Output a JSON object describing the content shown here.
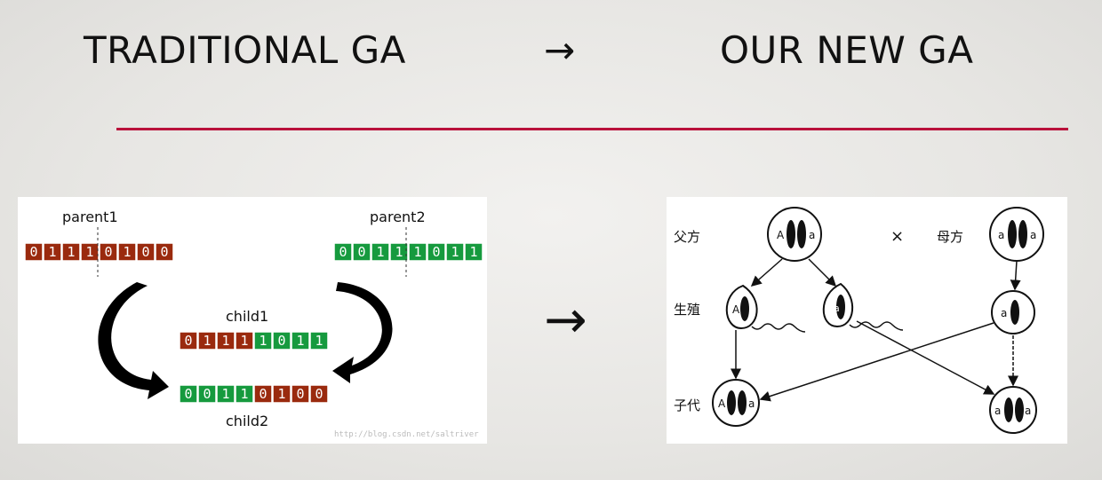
{
  "header": {
    "left_title": "TRADITIONAL GA",
    "arrow": "→",
    "right_title": "OUR NEW GA"
  },
  "middle_arrow": "→",
  "ga_diagram": {
    "parent1": {
      "label": "parent1",
      "bits": "01110100",
      "colors": "rrrrrrrr"
    },
    "parent2": {
      "label": "parent2",
      "bits": "00111011",
      "colors": "gggggggg"
    },
    "child1": {
      "label": "child1",
      "bits": "01111011",
      "colors": "rrrrgggg"
    },
    "child2": {
      "label": "child2",
      "bits": "00110100",
      "colors": "ggggrrrr"
    },
    "watermark": "http://blog.csdn.net/saltriver",
    "colors": {
      "red": "#9a2a0e",
      "green": "#169a3e"
    }
  },
  "genetics_diagram": {
    "father_label": "父方",
    "mother_label": "母方",
    "cross": "×",
    "reproduction_label": "生殖",
    "offspring_label": "子代",
    "allele_dominant": "A",
    "allele_recessive": "a"
  }
}
